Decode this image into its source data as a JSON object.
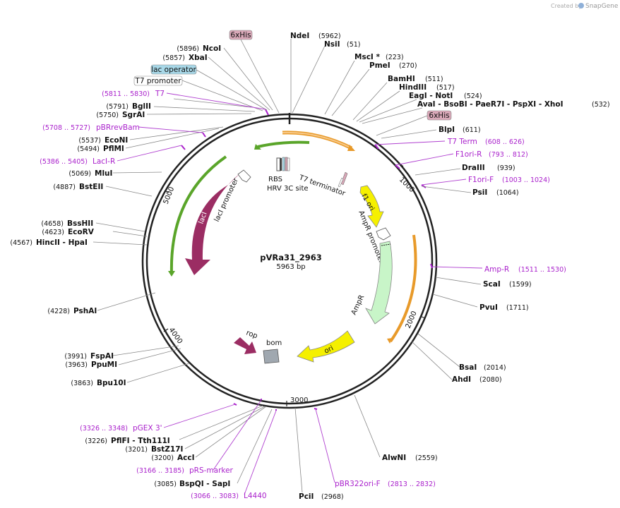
{
  "brand": {
    "created_by": "Created by",
    "name": "SnapGene"
  },
  "plasmid": {
    "name": "pVRa31_2963",
    "size": "5963 bp"
  },
  "ticks": [
    "1000",
    "2000",
    "3000",
    "4000",
    "5000"
  ],
  "inner_labels": {
    "rbs": "RBS",
    "hrv": "HRV 3C site",
    "t7term": "T7 terminator",
    "f1ori": "f1 ori",
    "ampr_promoter": "AmpR promoter",
    "ampr": "AmpR",
    "ori": "ori",
    "bom": "bom",
    "rop": "rop",
    "laci": "lacI",
    "laci_promoter": "lacI promoter"
  },
  "boxes": {
    "his_top": "6xHis",
    "lac_operator": "lac operator",
    "t7_promoter": "T7 promoter",
    "his_right": "6xHis"
  },
  "enzymes": [
    {
      "id": "ndei",
      "pos": "",
      "name": "NdeI",
      "pos2": "(5962)"
    },
    {
      "id": "nsii",
      "name": "NsiI",
      "pos2": "(51)"
    },
    {
      "id": "msci",
      "name": "MscI *",
      "pos2": "(223)"
    },
    {
      "id": "pmei",
      "name": "PmeI",
      "pos2": "(270)"
    },
    {
      "id": "bamhi",
      "name": "BamHI",
      "pos2": "(511)"
    },
    {
      "id": "hindiii",
      "name": "HindIII",
      "pos2": "(517)"
    },
    {
      "id": "eagi",
      "name": "EagI  - NotI",
      "pos2": "(524)"
    },
    {
      "id": "avai",
      "name": "AvaI  - BsoBI  - PaeR7I  - PspXI  - XhoI",
      "pos2": "(532)"
    },
    {
      "id": "blpi",
      "name": "BlpI",
      "pos2": "(611)"
    },
    {
      "id": "draiii",
      "name": "DraIII",
      "pos2": "(939)"
    },
    {
      "id": "psii",
      "name": "PsiI",
      "pos2": "(1064)"
    },
    {
      "id": "scai",
      "name": "ScaI",
      "pos2": "(1599)"
    },
    {
      "id": "pvui",
      "name": "PvuI",
      "pos2": "(1711)"
    },
    {
      "id": "bsai",
      "name": "BsaI",
      "pos2": "(2014)"
    },
    {
      "id": "ahdi",
      "name": "AhdI",
      "pos2": "(2080)"
    },
    {
      "id": "alwni",
      "name": "AlwNI",
      "pos2": "(2559)"
    },
    {
      "id": "pcii",
      "name": "PciI",
      "pos2": "(2968)"
    },
    {
      "id": "bspqi",
      "name": "BspQI  - SapI",
      "pos1": "(3085)"
    },
    {
      "id": "acci",
      "name": "AccI",
      "pos1": "(3200)"
    },
    {
      "id": "bstz17i",
      "name": "BstZ17I",
      "pos1": "(3201)"
    },
    {
      "id": "pflfi",
      "name": "PflFI  - Tth111I",
      "pos1": "(3226)"
    },
    {
      "id": "bpu10i",
      "name": "Bpu10I",
      "pos1": "(3863)"
    },
    {
      "id": "ppumi",
      "name": "PpuMI",
      "pos1": "(3963)"
    },
    {
      "id": "fspai",
      "name": "FspAI",
      "pos1": "(3991)"
    },
    {
      "id": "pshai",
      "name": "PshAI",
      "pos1": "(4228)"
    },
    {
      "id": "hincii",
      "name": "HincII  - HpaI",
      "pos1": "(4567)"
    },
    {
      "id": "ecorv",
      "name": "EcoRV",
      "pos1": "(4623)"
    },
    {
      "id": "bsshii",
      "name": "BssHII",
      "pos1": "(4658)"
    },
    {
      "id": "bsteii",
      "name": "BstEII",
      "pos1": "(4887)"
    },
    {
      "id": "mlui",
      "name": "MluI",
      "pos1": "(5069)"
    },
    {
      "id": "pflmi",
      "name": "PflMI",
      "pos1": "(5494)"
    },
    {
      "id": "econi",
      "name": "EcoNI",
      "pos1": "(5537)"
    },
    {
      "id": "sgrai",
      "name": "SgrAI",
      "pos1": "(5750)"
    },
    {
      "id": "bglii",
      "name": "BglII",
      "pos1": "(5791)"
    },
    {
      "id": "xbai",
      "name": "XbaI",
      "pos1": "(5857)"
    },
    {
      "id": "ncoi",
      "name": "NcoI",
      "pos1": "(5896)"
    }
  ],
  "primers": {
    "t7": {
      "range": "(5811 .. 5830)",
      "name": "T7"
    },
    "pbrrevbam": {
      "range": "(5708 .. 5727)",
      "name": "pBRrevBam"
    },
    "laci_r": {
      "range": "(5386 .. 5405)",
      "name": "LacI-R"
    },
    "t7term": {
      "range": "(608 .. 626)",
      "name": "T7 Term"
    },
    "f1ori_r": {
      "range": "(793 .. 812)",
      "name": "F1ori-R"
    },
    "f1ori_f": {
      "range": "(1003 .. 1024)",
      "name": "F1ori-F"
    },
    "amp_r": {
      "range": "(1511 .. 1530)",
      "name": "Amp-R"
    },
    "pbr322": {
      "range": "(2813 .. 2832)",
      "name": "pBR322ori-F"
    },
    "l4440": {
      "range": "(3066 .. 3083)",
      "name": "L4440"
    },
    "prs": {
      "range": "(3166 .. 3185)",
      "name": "pRS-marker"
    },
    "pgex3": {
      "range": "(3326 .. 3348)",
      "name": "pGEX 3'"
    }
  },
  "colors": {
    "backbone": "#222222",
    "orange_arc": "#e89a2a",
    "green_arc": "#5aa52a",
    "laci": "#9b2d63",
    "yellow": "#f5f000",
    "ampr": "#c8f5c8",
    "primer": "#aa22cc",
    "his_box": "#d9a8b8",
    "lacop_box": "#a8d8e8"
  }
}
